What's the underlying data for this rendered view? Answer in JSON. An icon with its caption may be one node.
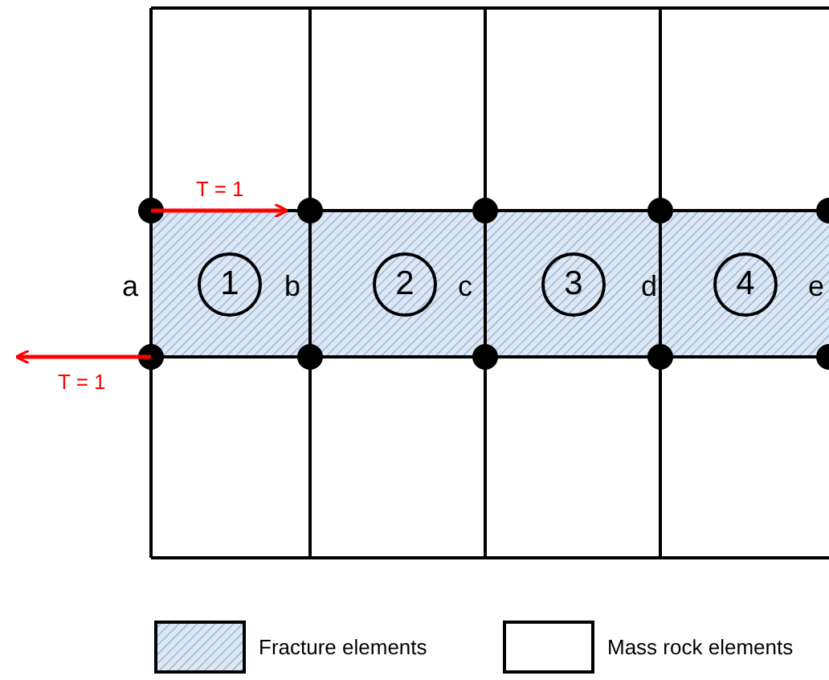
{
  "diagram": {
    "nodes": [
      {
        "text": [
          "1"
        ]
      },
      {
        "text": [
          "2"
        ]
      },
      {
        "text": [
          "3"
        ]
      },
      {
        "text": [
          "4"
        ]
      }
    ],
    "labels": [
      "T = 1",
      "a",
      "b",
      "c",
      "d",
      "e",
      "T = 1"
    ],
    "legend": [
      {
        "text": "Fracture elements",
        "color": "#c6d9f1"
      },
      {
        "text": "Mass rock elements",
        "color": "#ffffff"
      }
    ]
  }
}
